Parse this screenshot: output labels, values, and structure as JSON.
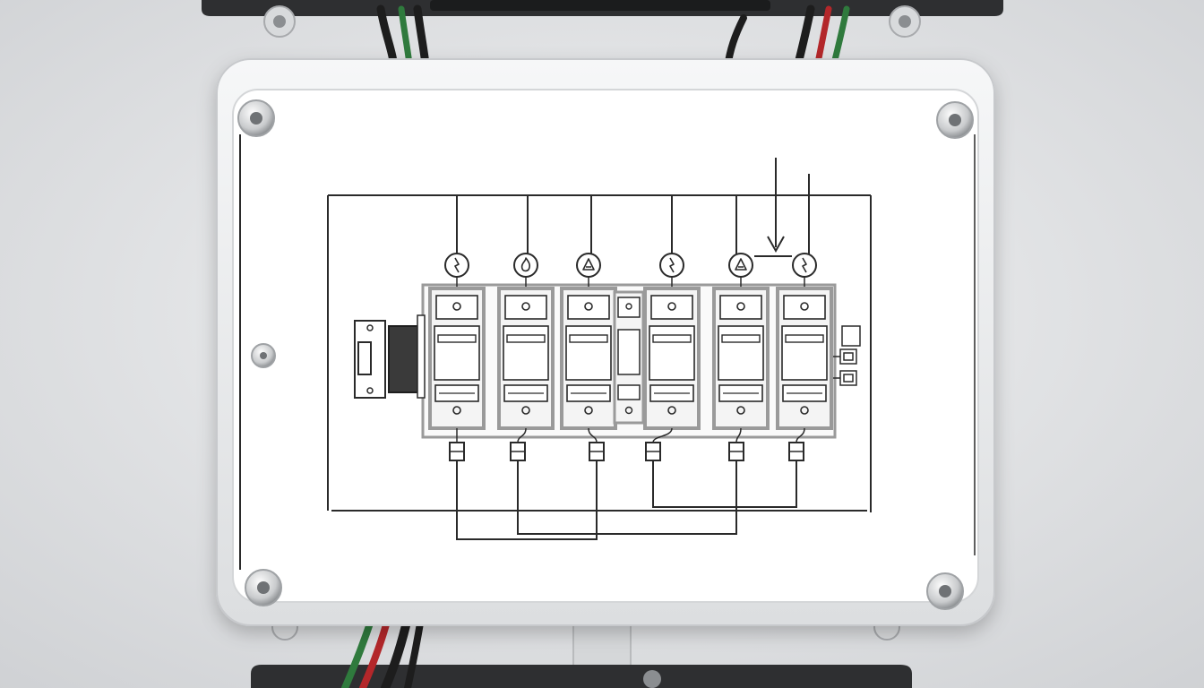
{
  "scene": {
    "subject": "junction-box-wiring-diagram",
    "colors": {
      "wall": "#e3e4e6",
      "box_body": "#f1f2f3",
      "panel_face": "#ffffff",
      "line": "#2a2a2a",
      "breaker_frame": "#9a9a9a",
      "breaker_fill": "#f4f4f4",
      "cable_black": "#1d1d1d",
      "cable_red": "#b3272a",
      "cable_green": "#2f7a3d",
      "mount_plate": "#2e2f31",
      "terminal_fill": "#3a3a3a"
    },
    "breakers": [
      {
        "id": "breaker-1",
        "symbol": "lightning"
      },
      {
        "id": "breaker-2",
        "symbol": "flame"
      },
      {
        "id": "breaker-3",
        "symbol": "triangle"
      },
      {
        "id": "breaker-4",
        "symbol": "lightning"
      },
      {
        "id": "breaker-5",
        "symbol": "triangle"
      },
      {
        "id": "breaker-6",
        "symbol": "lightning"
      }
    ]
  }
}
